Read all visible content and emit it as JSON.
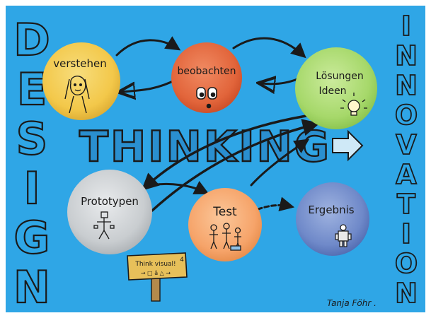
{
  "colors": {
    "background": "#2fa6e6",
    "frame": "#ffffff",
    "ink": "#1a1a1a",
    "verstehen": "#f3c84a",
    "beobachten": "#e2653b",
    "loesungen": "#a6d86a",
    "prototypen": "#c9cdd0",
    "test": "#f6a46a",
    "ergebnis": "#6f89c9",
    "sign": "#e7c05a",
    "post": "#b48a4c"
  },
  "side_left": {
    "letters": [
      "D",
      "E",
      "S",
      "I",
      "G",
      "N"
    ]
  },
  "side_right": {
    "letters": [
      "I",
      "N",
      "N",
      "O",
      "V",
      "A",
      "T",
      "I",
      "O",
      "N"
    ]
  },
  "center_word": {
    "text": "THINKING"
  },
  "nodes": {
    "verstehen": {
      "label": "verstehen",
      "icon": "sketch-person-icon"
    },
    "beobachten": {
      "label": "beobachten",
      "icon": "eyes-icon"
    },
    "loesungen": {
      "label_line1": "Lösungen",
      "label_line2": "Ideen",
      "icon": "lightbulb-icon"
    },
    "prototypen": {
      "label": "Prototypen",
      "icon": "stick-figure-icon"
    },
    "test": {
      "label": "Test",
      "icon": "group-people-icon"
    },
    "ergebnis": {
      "label": "Ergebnis",
      "icon": "robot-icon"
    }
  },
  "sign": {
    "line1": "Think visual!",
    "line2": "→ □ â △ →",
    "icon": "signpost-icon"
  },
  "arrow_right": {
    "icon": "right-arrow-icon"
  },
  "signature": {
    "text": "Tanja Föhr ."
  }
}
